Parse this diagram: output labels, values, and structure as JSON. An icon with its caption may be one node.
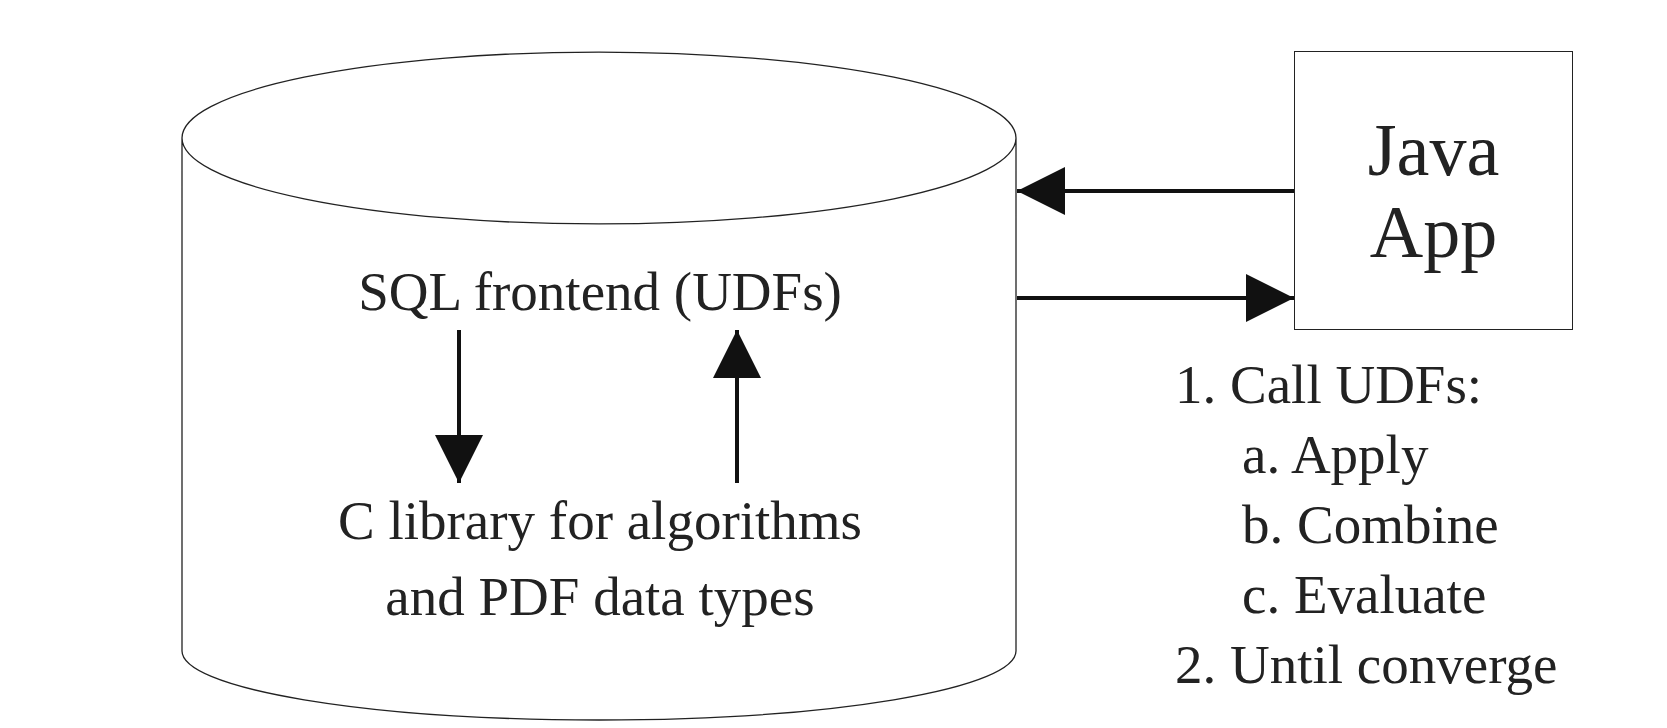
{
  "diagram": {
    "nodes": [
      {
        "text": [],
        "shape": "cylinder"
      },
      {
        "text": [
          "SQL frontend (UDFs)"
        ],
        "in": 0
      },
      {
        "text": [
          "C library for algorithms and PDF data types"
        ],
        "in": 0
      },
      {
        "text": [
          "Java App"
        ]
      }
    ],
    "edges": [
      {
        "from": 3,
        "to": 0,
        "arrow": "to"
      },
      {
        "from": 0,
        "to": 3,
        "arrow": "to"
      },
      {
        "from": 1,
        "to": 2,
        "arrow": "to"
      },
      {
        "from": 2,
        "to": 1,
        "arrow": "to"
      }
    ],
    "labels": [
      "1. Call UDFs:",
      "a. Apply",
      "b. Combine",
      "c. Evaluate",
      "2. Until converge"
    ]
  }
}
